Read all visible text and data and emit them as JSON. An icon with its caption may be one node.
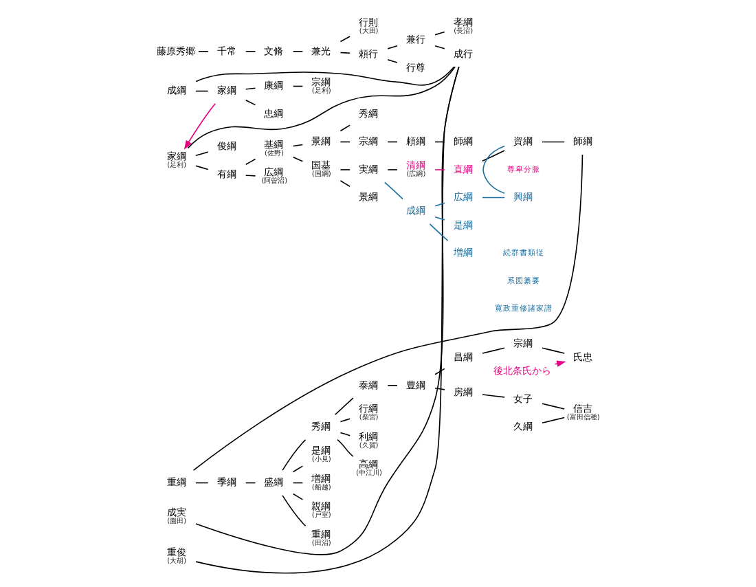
{
  "diagram": {
    "nodes": [
      {
        "text": [
          "藤原秀郷"
        ]
      },
      {
        "text": [
          "千常"
        ]
      },
      {
        "text": [
          "文脩"
        ]
      },
      {
        "text": [
          "兼光"
        ]
      },
      {
        "text": [
          "行則"
        ],
        "beside": [
          "(大田)"
        ]
      },
      {
        "text": [
          "頼行"
        ]
      },
      {
        "text": [
          "孝綱"
        ],
        "beside": [
          "(長沼)"
        ]
      },
      {
        "text": [
          "兼行"
        ]
      },
      {
        "text": [
          "成行"
        ]
      },
      {
        "text": [
          "行尊"
        ]
      },
      {
        "text": [
          "成綱"
        ]
      },
      {
        "text": [
          "家綱"
        ]
      },
      {
        "text": [
          "康綱"
        ]
      },
      {
        "text": [
          "宗綱"
        ],
        "beside": [
          "(足利)"
        ]
      },
      {
        "text": [
          "忠綱"
        ]
      },
      {
        "text": [
          "家綱"
        ],
        "beside": [
          "(足利)"
        ]
      },
      {
        "text": [
          "俊綱"
        ]
      },
      {
        "text": [
          "有綱"
        ]
      },
      {
        "text": [
          "基綱"
        ],
        "beside": [
          "(佐野)"
        ]
      },
      {
        "text": [
          "広綱"
        ],
        "beside": [
          "(阿曽沼)"
        ]
      },
      {
        "text": [
          "景綱"
        ]
      },
      {
        "text": [
          "国基"
        ],
        "beside": [
          "(国綱)"
        ]
      },
      {
        "text": [
          "秀綱"
        ]
      },
      {
        "text": [
          "宗綱"
        ]
      },
      {
        "text": [
          "頼綱"
        ]
      },
      {
        "text": [
          "師綱"
        ]
      },
      {
        "text": [
          "実綱"
        ]
      },
      {
        "text": [
          "景綱"
        ]
      },
      {
        "text": [
          "清綱"
        ],
        "beside": [
          "(広綱)"
        ]
      },
      {
        "text": [
          "直綱"
        ]
      },
      {
        "text": [
          "資綱"
        ]
      },
      {
        "text": [
          "師綱"
        ]
      },
      {
        "text": [
          "成綱"
        ]
      },
      {
        "text": [
          "広綱"
        ]
      },
      {
        "text": [
          "興綱"
        ]
      },
      {
        "text": [
          "是綱"
        ]
      },
      {
        "text": [
          "増綱"
        ]
      },
      {
        "text": [
          "成実"
        ],
        "beside": [
          "(園田)"
        ]
      },
      {
        "text": [
          "重俊"
        ],
        "beside": [
          "(大胡)"
        ]
      },
      {
        "text": [
          "重綱"
        ]
      },
      {
        "text": [
          "季綱"
        ]
      },
      {
        "text": [
          "盛綱"
        ]
      },
      {
        "text": [
          "秀綱"
        ]
      },
      {
        "text": [
          "是綱"
        ],
        "beside": [
          "(小見)"
        ]
      },
      {
        "text": [
          "増綱"
        ],
        "beside": [
          "(船越)"
        ]
      },
      {
        "text": [
          "親綱"
        ],
        "beside": [
          "(戸室)"
        ]
      },
      {
        "text": [
          "重綱"
        ],
        "beside": [
          "(田沼)"
        ]
      },
      {
        "text": [
          "泰綱"
        ]
      },
      {
        "text": [
          "行綱"
        ],
        "beside": [
          "(柴宮)"
        ]
      },
      {
        "text": [
          "利綱"
        ],
        "beside": [
          "(久賀)"
        ]
      },
      {
        "text": [
          "高綱"
        ],
        "beside": [
          "(中江川)"
        ]
      },
      {
        "text": [
          "豊綱"
        ]
      },
      {
        "text": [
          "昌綱"
        ]
      },
      {
        "text": [
          "房綱"
        ]
      },
      {
        "text": [
          "宗綱"
        ]
      },
      {
        "text": [
          "氏忠"
        ]
      },
      {
        "text": [
          "女子"
        ]
      },
      {
        "text": [
          "信吉"
        ],
        "beside": [
          "(富田信種)"
        ]
      },
      {
        "text": [
          "久綱"
        ]
      },
      {
        "text": [
          "後北条氏から"
        ]
      }
    ],
    "edges": [
      {
        "from": 0,
        "to": 1,
        "arrow": "none"
      },
      {
        "from": 1,
        "to": 2,
        "arrow": "none"
      },
      {
        "from": 2,
        "to": 3,
        "arrow": "none"
      },
      {
        "from": 3,
        "to": 4,
        "arrow": "none"
      },
      {
        "from": 3,
        "to": 5,
        "arrow": "none"
      },
      {
        "from": 5,
        "to": 7,
        "arrow": "none"
      },
      {
        "from": 5,
        "to": 9,
        "arrow": "none"
      },
      {
        "from": 7,
        "to": 6,
        "arrow": "none"
      },
      {
        "from": 7,
        "to": 8,
        "arrow": "none"
      },
      {
        "from": 8,
        "to": 10,
        "arrow": "none"
      },
      {
        "from": 8,
        "to": 15,
        "arrow": "none"
      },
      {
        "from": 8,
        "to": 37,
        "arrow": "none"
      },
      {
        "from": 8,
        "to": 38,
        "arrow": "none"
      },
      {
        "from": 10,
        "to": 11,
        "arrow": "none"
      },
      {
        "from": 11,
        "to": 12,
        "arrow": "none"
      },
      {
        "from": 11,
        "to": 14,
        "arrow": "none"
      },
      {
        "from": 12,
        "to": 13,
        "arrow": "none"
      },
      {
        "from": 11,
        "to": 15,
        "arrow": "to",
        "color": "#e4007f"
      },
      {
        "from": 15,
        "to": 16,
        "arrow": "none"
      },
      {
        "from": 15,
        "to": 17,
        "arrow": "none"
      },
      {
        "from": 17,
        "to": 18,
        "arrow": "none"
      },
      {
        "from": 17,
        "to": 19,
        "arrow": "none"
      },
      {
        "from": 18,
        "to": 20,
        "arrow": "none"
      },
      {
        "from": 18,
        "to": 21,
        "arrow": "none"
      },
      {
        "from": 20,
        "to": 22,
        "arrow": "none"
      },
      {
        "from": 20,
        "to": 23,
        "arrow": "none"
      },
      {
        "from": 23,
        "to": 24,
        "arrow": "none"
      },
      {
        "from": 24,
        "to": 25,
        "arrow": "none"
      },
      {
        "from": 21,
        "to": 26,
        "arrow": "none"
      },
      {
        "from": 21,
        "to": 27,
        "arrow": "none"
      },
      {
        "from": 26,
        "to": 28,
        "arrow": "none"
      },
      {
        "from": 28,
        "to": 29,
        "arrow": "none",
        "color": "#e4007f"
      },
      {
        "from": 29,
        "to": 30,
        "arrow": "none"
      },
      {
        "from": 30,
        "to": 31,
        "arrow": "none"
      },
      {
        "from": 26,
        "to": 32,
        "arrow": "none",
        "color": "#1a6fa0"
      },
      {
        "from": 32,
        "to": 33,
        "arrow": "none",
        "color": "#1a6fa0"
      },
      {
        "from": 33,
        "to": 34,
        "arrow": "none",
        "color": "#1a6fa0"
      },
      {
        "from": 34,
        "to": 30,
        "arrow": "none",
        "color": "#1a6fa0"
      },
      {
        "from": 32,
        "to": 35,
        "arrow": "none",
        "color": "#1a6fa0"
      },
      {
        "from": 32,
        "to": 36,
        "arrow": "none",
        "color": "#1a6fa0"
      },
      {
        "from": 31,
        "to": 39,
        "arrow": "none"
      },
      {
        "from": 39,
        "to": 40,
        "arrow": "none"
      },
      {
        "from": 40,
        "to": 41,
        "arrow": "none"
      },
      {
        "from": 41,
        "to": 42,
        "arrow": "none"
      },
      {
        "from": 41,
        "to": 43,
        "arrow": "none"
      },
      {
        "from": 41,
        "to": 44,
        "arrow": "none"
      },
      {
        "from": 41,
        "to": 45,
        "arrow": "none"
      },
      {
        "from": 41,
        "to": 46,
        "arrow": "none"
      },
      {
        "from": 42,
        "to": 47,
        "arrow": "none"
      },
      {
        "from": 42,
        "to": 48,
        "arrow": "none"
      },
      {
        "from": 42,
        "to": 49,
        "arrow": "none"
      },
      {
        "from": 42,
        "to": 50,
        "arrow": "none"
      },
      {
        "from": 47,
        "to": 51,
        "arrow": "none"
      },
      {
        "from": 51,
        "to": 52,
        "arrow": "none"
      },
      {
        "from": 51,
        "to": 53,
        "arrow": "none"
      },
      {
        "from": 52,
        "to": 54,
        "arrow": "none"
      },
      {
        "from": 54,
        "to": 55,
        "arrow": "none"
      },
      {
        "from": 53,
        "to": 56,
        "arrow": "none"
      },
      {
        "from": 56,
        "to": 57,
        "arrow": "none"
      },
      {
        "from": 58,
        "to": 57,
        "arrow": "none"
      },
      {
        "from": 59,
        "to": 55,
        "arrow": "to",
        "color": "#e4007f"
      }
    ],
    "labels": [
      "尊卑分脈",
      "続群書類従",
      "系図纂要",
      "寛政重修諸家譜"
    ]
  }
}
